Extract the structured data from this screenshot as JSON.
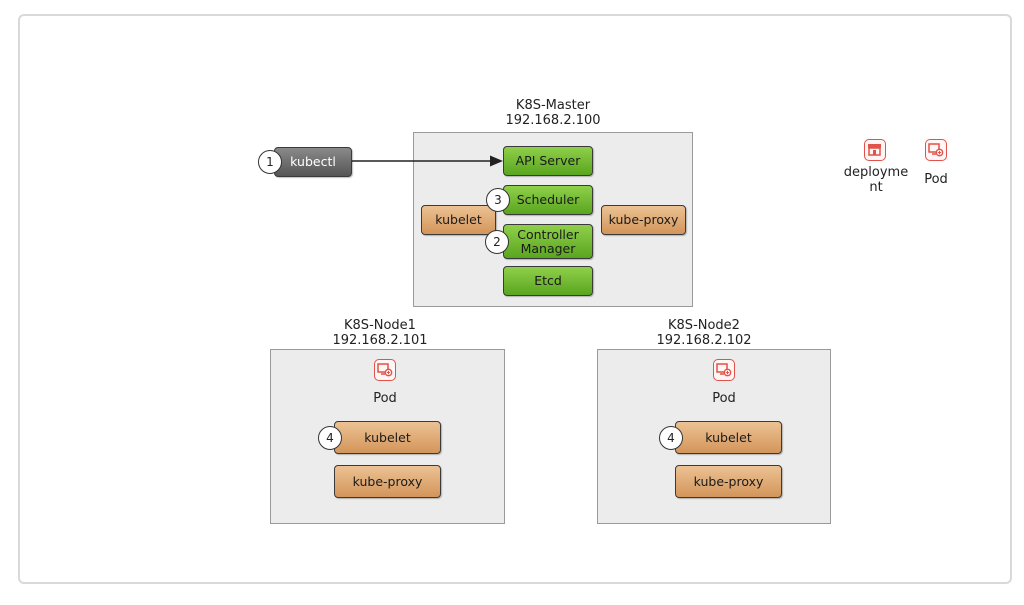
{
  "master": {
    "title": "K8S-Master",
    "ip": "192.168.2.100",
    "api_server": "API Server",
    "scheduler": "Scheduler",
    "controller_manager": "Controller\nManager",
    "etcd": "Etcd",
    "kubelet": "kubelet",
    "kube_proxy": "kube-proxy"
  },
  "client": {
    "kubectl": "kubectl"
  },
  "steps": {
    "kubectl": "1",
    "controller_manager": "2",
    "scheduler": "3",
    "node1_kubelet": "4",
    "node2_kubelet": "4"
  },
  "legend": {
    "deployment": "deployme\nnt",
    "pod": "Pod",
    "deployment_icon": "deployment-icon",
    "pod_icon": "pod-icon"
  },
  "node1": {
    "title": "K8S-Node1",
    "ip": "192.168.2.101",
    "pod": "Pod",
    "kubelet": "kubelet",
    "kube_proxy": "kube-proxy"
  },
  "node2": {
    "title": "K8S-Node2",
    "ip": "192.168.2.102",
    "pod": "Pod",
    "kubelet": "kubelet",
    "kube_proxy": "kube-proxy"
  },
  "colors": {
    "component_green": "#6dbb2e",
    "component_orange": "#dfa56c",
    "client_gray": "#6b6b6b",
    "icon_red": "#e0524a",
    "host_fill": "#ececec"
  }
}
